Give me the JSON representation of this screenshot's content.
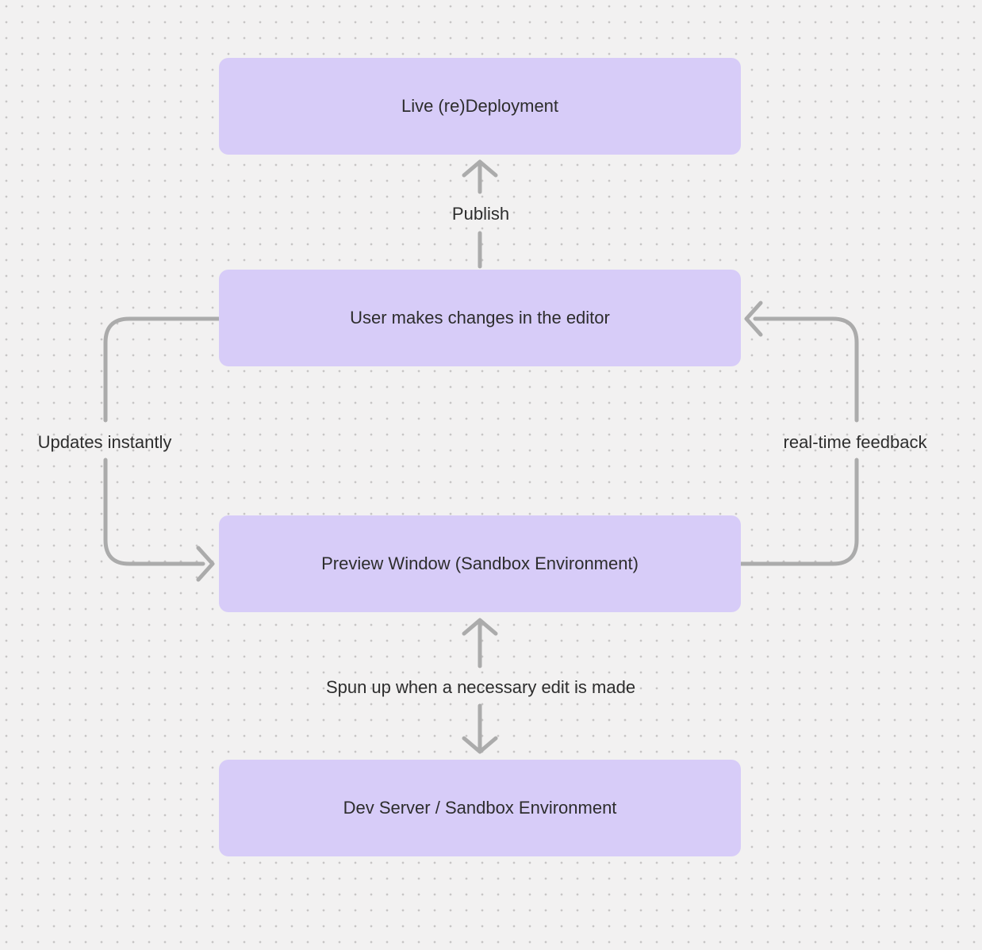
{
  "colors": {
    "background": "#f2f1f1",
    "grid_dot": "#c7c5c5",
    "node_fill": "#d7ccf8",
    "arrow": "#ababab",
    "text": "#2d2d2d"
  },
  "diagram": {
    "nodes": [
      {
        "id": "live-redeployment",
        "label": "Live (re)Deployment"
      },
      {
        "id": "user-editor",
        "label": "User makes changes in the editor"
      },
      {
        "id": "preview-window",
        "label": "Preview Window (Sandbox Environment)"
      },
      {
        "id": "dev-server",
        "label": "Dev Server / Sandbox Environment"
      }
    ],
    "edges": [
      {
        "id": "publish",
        "label": "Publish",
        "from": "user-editor",
        "to": "live-redeployment",
        "direction": "up"
      },
      {
        "id": "updates-instantly",
        "label": "Updates instantly",
        "from": "user-editor",
        "to": "preview-window",
        "direction": "down-left-loop"
      },
      {
        "id": "real-time-feedback",
        "label": "real-time feedback",
        "from": "preview-window",
        "to": "user-editor",
        "direction": "up-right-loop"
      },
      {
        "id": "spun-up",
        "label": "Spun up when a necessary edit is made",
        "from": "preview-window",
        "to": "dev-server",
        "direction": "bidirectional"
      }
    ]
  }
}
